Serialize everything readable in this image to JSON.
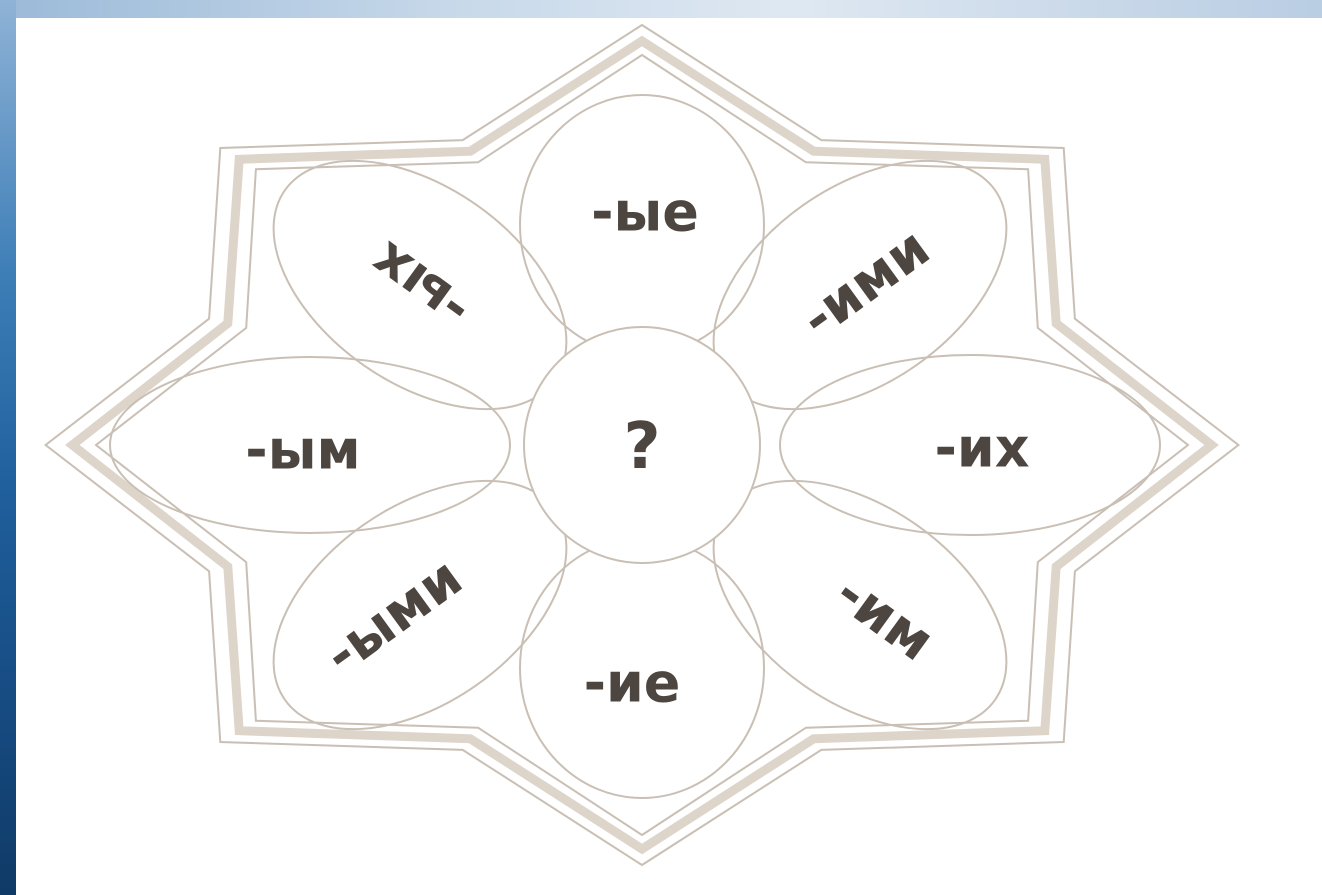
{
  "center": {
    "label": "?"
  },
  "petals": [
    {
      "label": "-ые"
    },
    {
      "label": "-ими"
    },
    {
      "label": "-их"
    },
    {
      "label": "-им"
    },
    {
      "label": "-ие"
    },
    {
      "label": "-ыми"
    },
    {
      "label": "-ым"
    },
    {
      "label": "-ых"
    }
  ],
  "colors": {
    "outline": "#c9bfb4",
    "frame_band": "#ddd4ca",
    "text": "#4d4640"
  }
}
